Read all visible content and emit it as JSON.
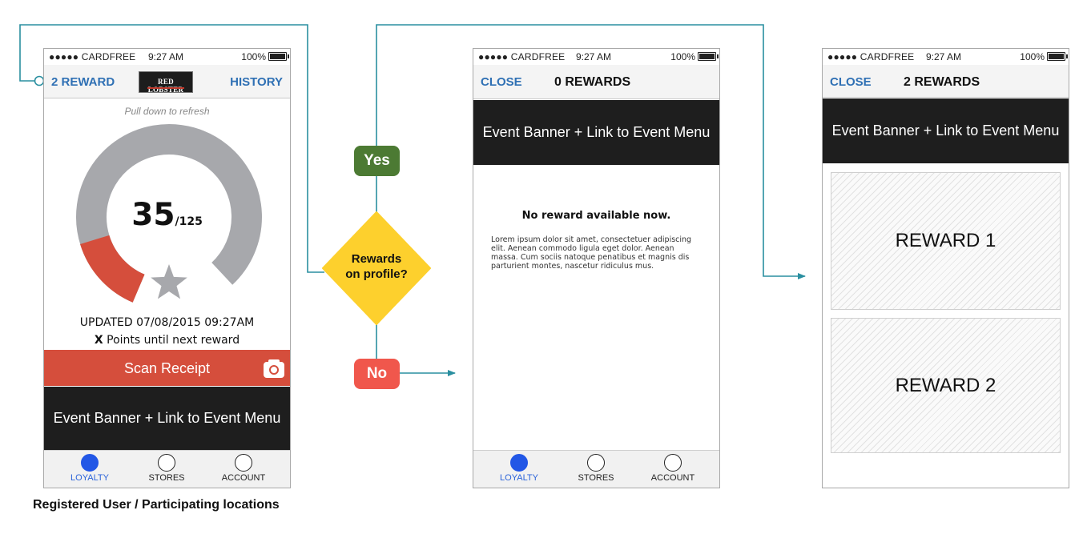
{
  "status_bar": {
    "carrier": "●●●●● CARDFREE",
    "time": "9:27 AM",
    "battery": "100%"
  },
  "colors": {
    "accent_blue": "#2f70b4",
    "flow_teal": "#2a8fa0",
    "decision_yellow": "#fdd02d",
    "yes_green": "#4c7a33",
    "no_red": "#f0574c",
    "scan_red": "#d54e3c",
    "banner_dark": "#1e1e1e",
    "ring_grey": "#a7a8ac"
  },
  "screen1": {
    "nav_left": "2 REWARD",
    "logo_text": "RED LOBSTER",
    "nav_right": "HISTORY",
    "pull_hint": "Pull down to refresh",
    "points_current": "35",
    "points_total": "/125",
    "progress_fraction": 0.28,
    "updated": "UPDATED 07/08/2015 09:27AM",
    "points_prefix": "X",
    "points_suffix": " Points until next reward",
    "scan_label": "Scan Receipt",
    "banner": "Event Banner + Link to Event Menu",
    "tabs": [
      "LOYALTY",
      "STORES",
      "ACCOUNT"
    ],
    "caption": "Registered User / Participating locations"
  },
  "decision": {
    "label_line1": "Rewards",
    "label_line2": "on profile?",
    "yes": "Yes",
    "no": "No"
  },
  "screen2": {
    "nav_left": "CLOSE",
    "title": "0 REWARDS",
    "banner": "Event Banner + Link to Event Menu",
    "empty_heading": "No reward available now.",
    "empty_body": "Lorem ipsum dolor sit amet, consectetuer adipiscing elit. Aenean commodo ligula eget dolor. Aenean massa. Cum sociis natoque penatibus et magnis dis parturient montes, nascetur ridiculus mus.",
    "tabs": [
      "LOYALTY",
      "STORES",
      "ACCOUNT"
    ]
  },
  "screen3": {
    "nav_left": "CLOSE",
    "title": "2 REWARDS",
    "banner": "Event Banner + Link to Event Menu",
    "rewards": [
      "REWARD 1",
      "REWARD 2"
    ]
  }
}
